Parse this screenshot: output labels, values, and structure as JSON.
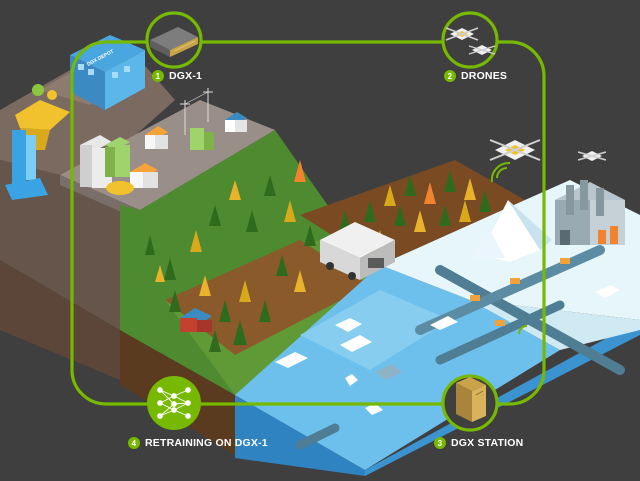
{
  "colors": {
    "background": "#3f3f3f",
    "accent": "#76b900",
    "water": "#6ec0ec",
    "snow": "#e6f6fb",
    "forest": "#4e8a2f",
    "soil": "#7a4a22"
  },
  "steps": [
    {
      "num": "1",
      "label": "DGX-1",
      "icon": "server-icon"
    },
    {
      "num": "2",
      "label": "DRONES",
      "icon": "drone-icon"
    },
    {
      "num": "3",
      "label": "DGX STATION",
      "icon": "workstation-icon"
    },
    {
      "num": "4",
      "label": "RETRAINING ON DGX-1",
      "icon": "neural-network-icon"
    }
  ],
  "datacenter_sign": "DGX DEPOT"
}
